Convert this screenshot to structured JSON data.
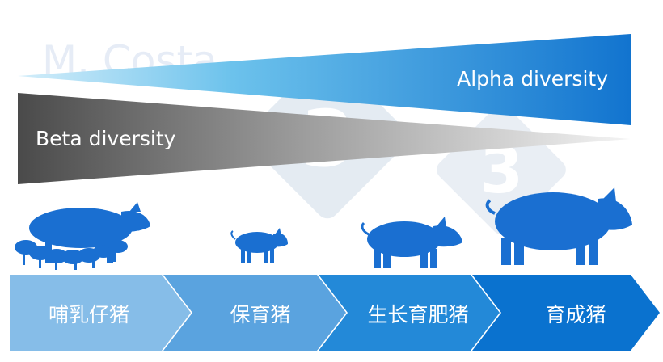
{
  "watermark": {
    "author": "M. Costa",
    "badge_numeral": "3"
  },
  "diversity": {
    "alpha_label": "Alpha diversity",
    "beta_label": "Beta diversity"
  },
  "stages": [
    {
      "label": "哺乳仔猪",
      "color": "#86bde8"
    },
    {
      "label": "保育猪",
      "color": "#5aa3df"
    },
    {
      "label": "生长育肥猪",
      "color": "#2389d8"
    },
    {
      "label": "育成猪",
      "color": "#0a72cf"
    }
  ],
  "colors": {
    "alpha_start": "#bfe4f7",
    "alpha_end": "#1777d0",
    "beta_start": "#4d4d4d",
    "beta_end": "#f2f2f2",
    "pig": "#1a6fd1",
    "text_light": "#ffffff"
  }
}
